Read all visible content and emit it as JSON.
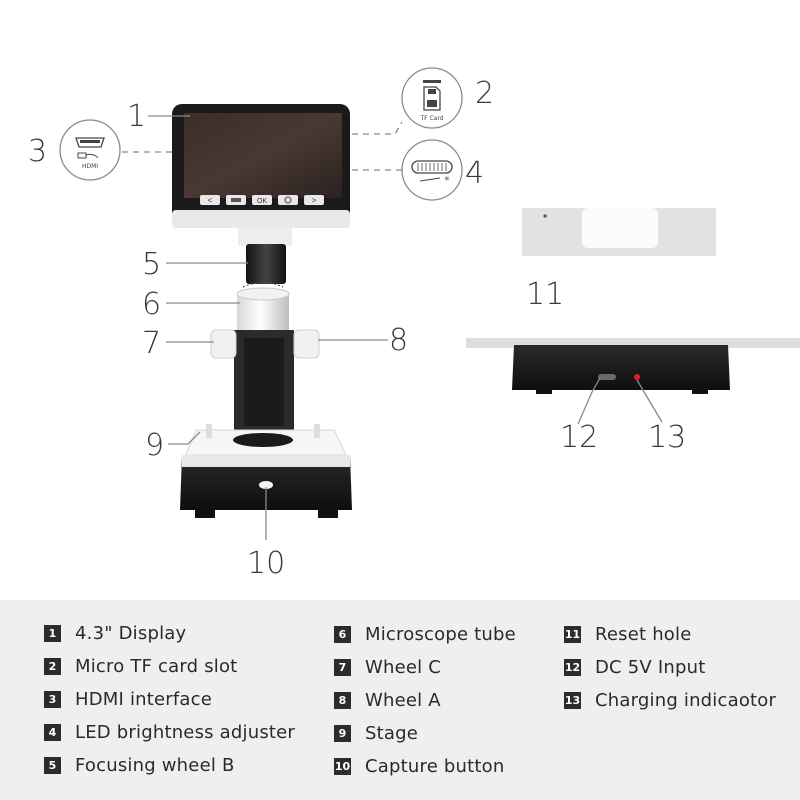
{
  "callouts": {
    "c1": "1",
    "c2": "2",
    "c3": "3",
    "c4": "4",
    "c5": "5",
    "c6": "6",
    "c7": "7",
    "c8": "8",
    "c9": "9",
    "c10": "10",
    "c11": "11",
    "c12": "12",
    "c13": "13"
  },
  "icons": {
    "tf_card_label": "TF Card",
    "hdmi_label": "HDMI",
    "ok_label": "OK"
  },
  "legend": {
    "col1": [
      {
        "badge": "1",
        "label": "4.3\" Display"
      },
      {
        "badge": "2",
        "label": "Micro TF card slot"
      },
      {
        "badge": "3",
        "label": "HDMI interface"
      },
      {
        "badge": "4",
        "label": "LED brightness adjuster"
      },
      {
        "badge": "5",
        "label": "Focusing wheel B"
      }
    ],
    "col2": [
      {
        "badge": "6",
        "label": "Microscope tube"
      },
      {
        "badge": "7",
        "label": "Wheel C"
      },
      {
        "badge": "8",
        "label": "Wheel A"
      },
      {
        "badge": "9",
        "label": "Stage"
      },
      {
        "badge": "10",
        "label": "Capture button"
      }
    ],
    "col3": [
      {
        "badge": "11",
        "label": "Reset hole"
      },
      {
        "badge": "12",
        "label": "DC 5V Input"
      },
      {
        "badge": "13",
        "label": "Charging  indicaotor"
      }
    ]
  },
  "colors": {
    "body_black": "#1d1d1d",
    "stage_white": "#f4f4f4",
    "indicator_red": "#e0201a",
    "legend_bg": "#efefef"
  }
}
